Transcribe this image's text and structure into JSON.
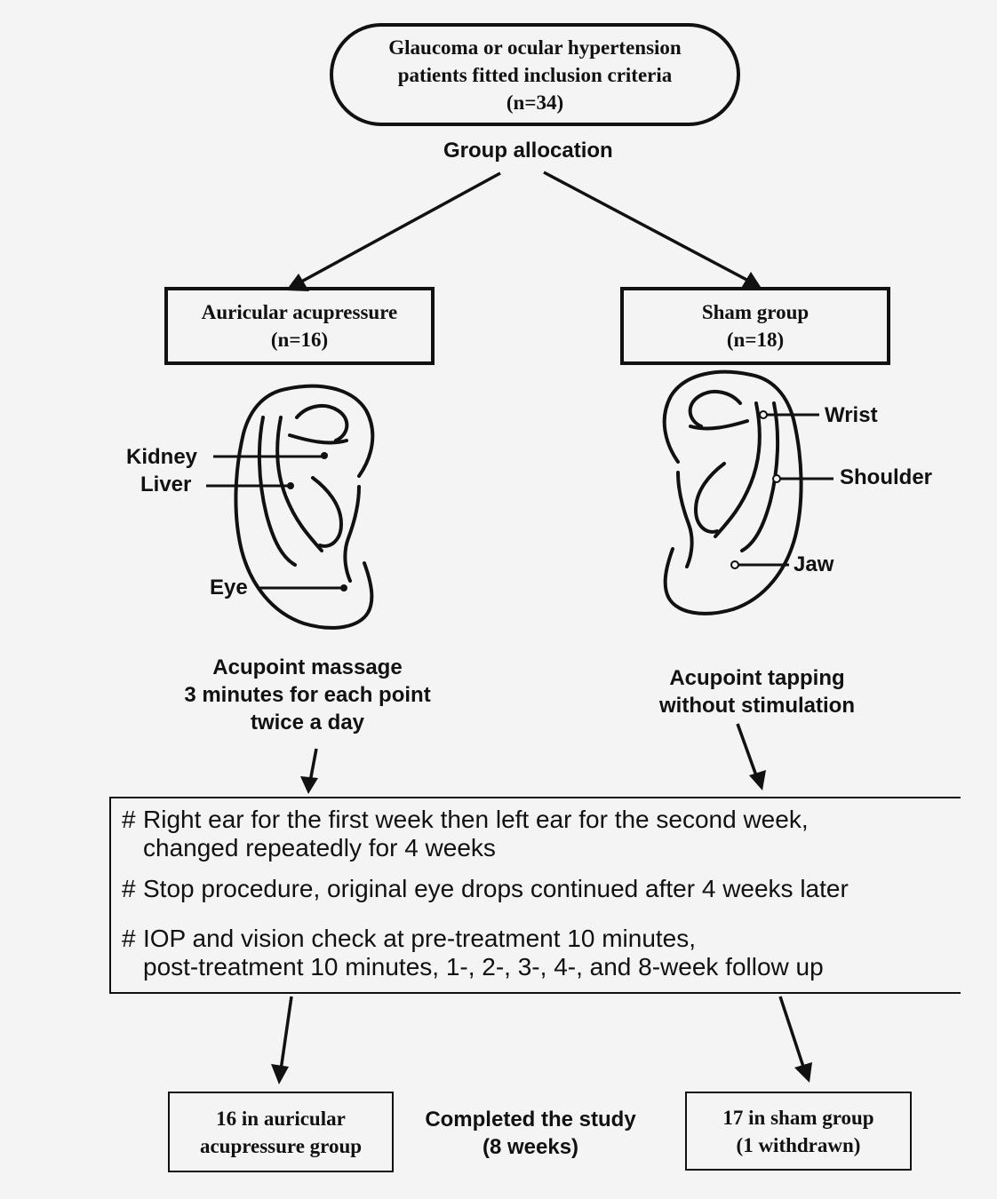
{
  "start_box": {
    "line1": "Glaucoma or ocular hypertension",
    "line2": "patients fitted inclusion criteria",
    "line3": "(n=34)"
  },
  "allocation_label": "Group allocation",
  "left_group": {
    "title": "Auricular acupressure",
    "n": "(n=16)"
  },
  "right_group": {
    "title": "Sham group",
    "n": "(n=18)"
  },
  "left_ear_points": {
    "kidney": "Kidney",
    "liver": "Liver",
    "eye": "Eye"
  },
  "right_ear_points": {
    "wrist": "Wrist",
    "shoulder": "Shoulder",
    "jaw": "Jaw"
  },
  "left_procedure": {
    "line1": "Acupoint massage",
    "line2": "3 minutes for each point",
    "line3": "twice a day"
  },
  "right_procedure": {
    "line1": "Acupoint tapping",
    "line2": "without stimulation"
  },
  "procedure_box": {
    "bullet": "#",
    "item1_line1": "Right ear for the first week then left ear for the second week,",
    "item1_line2": "changed repeatedly for 4 weeks",
    "item2_line1": "Stop procedure, original eye drops continued after 4 weeks later",
    "item3_line1": "IOP and vision check at pre-treatment 10 minutes,",
    "item3_line2": "post-treatment 10 minutes, 1-, 2-, 3-, 4-, and 8-week follow up"
  },
  "left_result": {
    "line1": "16 in auricular",
    "line2": "acupressure group"
  },
  "completion_label": {
    "line1": "Completed the study",
    "line2": "(8 weeks)"
  },
  "right_result": {
    "line1": "17 in sham group",
    "line2": "(1 withdrawn)"
  }
}
